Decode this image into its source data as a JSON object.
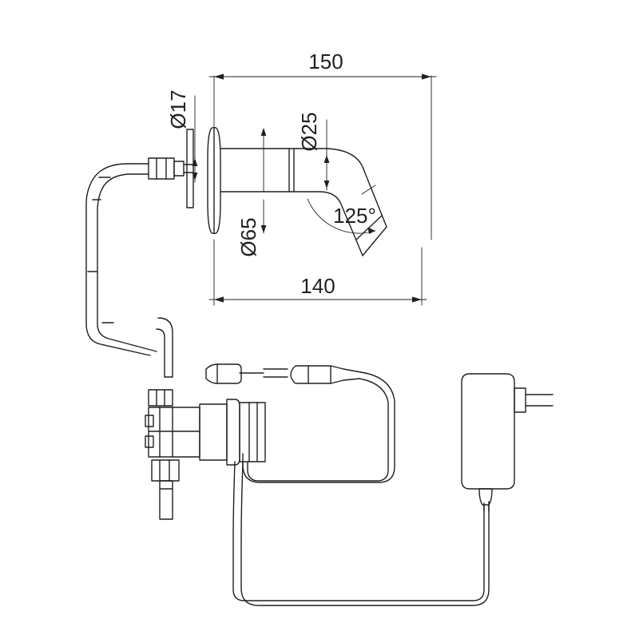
{
  "document": {
    "type": "technical-drawing",
    "subject": "Wall-mounted sensor basin tap with control box and power adapter",
    "background_color": "#ffffff",
    "line_color": "#231f20"
  },
  "dimensions": {
    "overall_length_top": "150",
    "overall_length_bottom": "140",
    "inlet_thread_diameter": "Ø17",
    "spout_tube_diameter": "Ø25",
    "wall_flange_diameter": "Ø65",
    "spout_bend_angle": "125°"
  },
  "labels": [
    {
      "id": "dim-150",
      "text": "150",
      "note": "top horizontal dimension"
    },
    {
      "id": "dim-140",
      "text": "140",
      "note": "bottom horizontal dimension"
    },
    {
      "id": "dim-d17",
      "text": "Ø17",
      "note": "rotated vertical label, inlet connector"
    },
    {
      "id": "dim-d25",
      "text": "Ø25",
      "note": "rotated vertical label, spout tube"
    },
    {
      "id": "dim-d65",
      "text": "Ø65",
      "note": "rotated vertical label, wall flange"
    },
    {
      "id": "dim-125",
      "text": "125°",
      "note": "bend angle of spout"
    }
  ]
}
